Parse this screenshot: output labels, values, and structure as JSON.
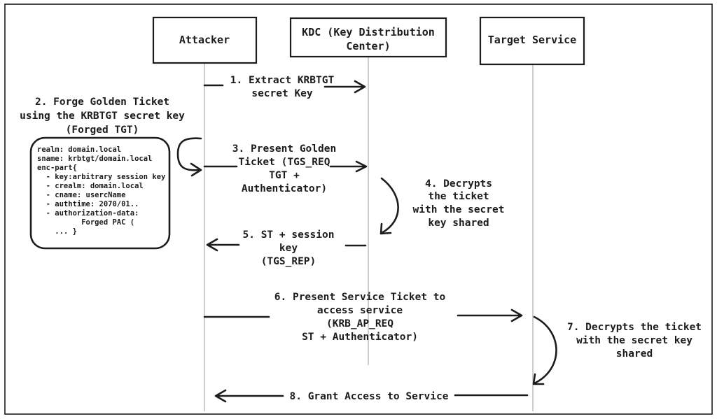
{
  "participants": {
    "attacker": "Attacker",
    "kdc": [
      "KDC (Key Distribution",
      "Center)"
    ],
    "target": "Target Service"
  },
  "steps": {
    "s1": [
      "1. Extract KRBTGT",
      "secret Key"
    ],
    "s2": [
      "2. Forge Golden Ticket",
      "using the KRBTGT secret key",
      "(Forged TGT)"
    ],
    "s3": [
      "3. Present Golden",
      "Ticket (TGS_REQ",
      "TGT +",
      "Authenticator)"
    ],
    "s4": [
      "4. Decrypts",
      "the ticket",
      "with the secret",
      "key shared"
    ],
    "s5": [
      "5. ST + session",
      "key",
      "(TGS_REP)"
    ],
    "s6": [
      "6. Present Service Ticket to",
      "access service",
      "(KRB_AP_REQ",
      "ST + Authenticator)"
    ],
    "s7": [
      "7. Decrypts the ticket",
      "with the secret key",
      "shared"
    ],
    "s8": "8. Grant Access to Service"
  },
  "ticket_code": [
    "realm: domain.local",
    "sname: krbtgt/domain.local",
    "enc-part{",
    "  - key:arbitrary session key",
    "  - crealm: domain.local",
    "  - cname: usercName",
    "  - authtime: 2070/01..",
    "  - authorization-data:",
    "          Forged PAC (",
    "    ... }"
  ]
}
